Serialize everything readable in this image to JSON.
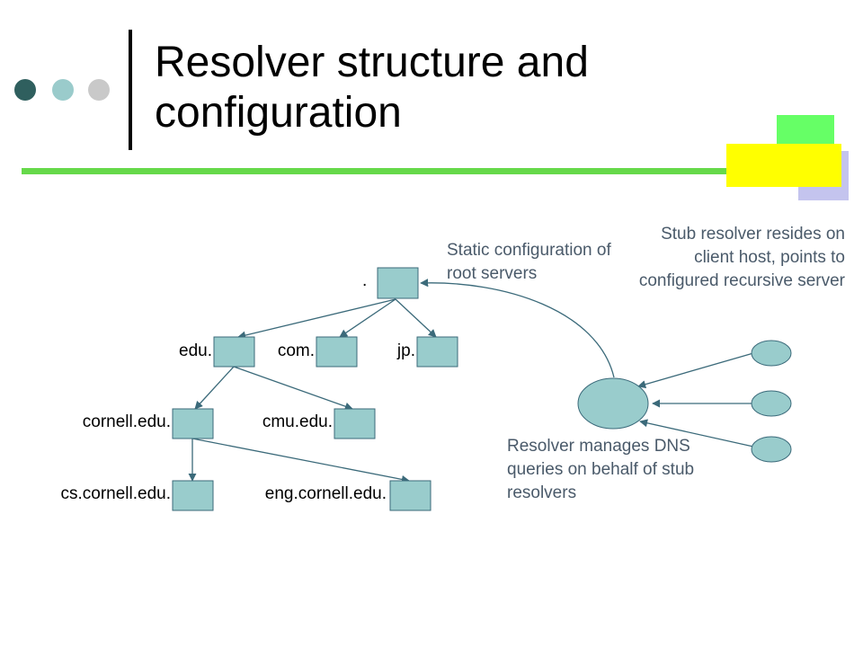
{
  "slide": {
    "title": "Resolver structure and configuration"
  },
  "tree": {
    "root_label": ".",
    "tld_labels": [
      "edu.",
      "com.",
      "jp."
    ],
    "second_level_labels": [
      "cornell.edu.",
      "cmu.edu."
    ],
    "third_level_labels": [
      "cs.cornell.edu.",
      "eng.cornell.edu."
    ]
  },
  "captions": {
    "static_config": "Static configuration of root servers",
    "stub_resolver": "Stub resolver resides on client host, points to configured recursive server",
    "resolver_manages": "Resolver manages DNS queries on behalf of stub resolvers"
  },
  "colors": {
    "node_fill": "#99cccc",
    "accent_green": "#66d94a",
    "caption_text": "#4a5a6a"
  }
}
